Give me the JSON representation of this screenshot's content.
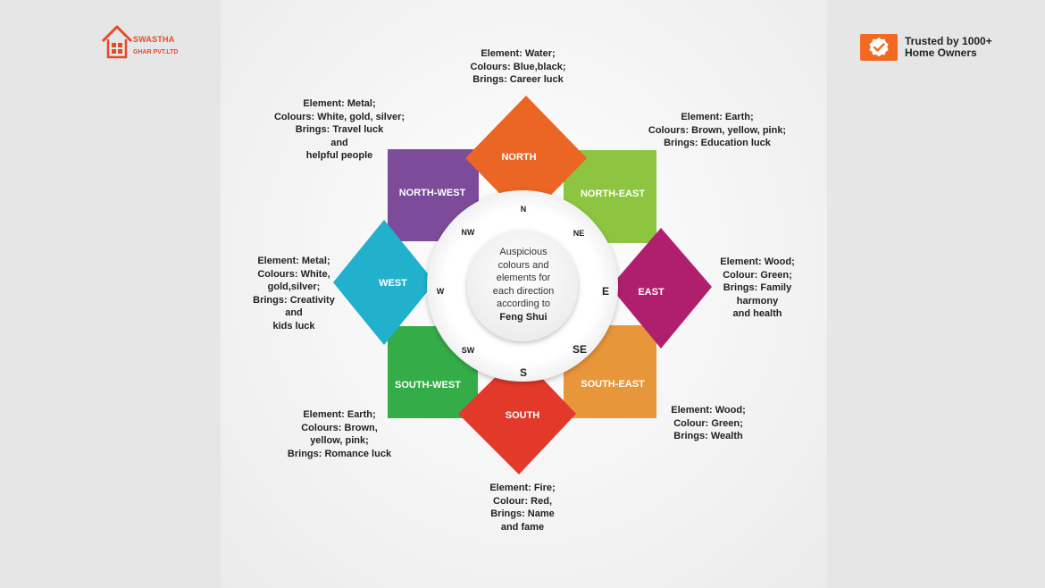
{
  "brand": {
    "logo_line1": "SWASTHA",
    "logo_line2": "GHAR PVT.LTD",
    "trust_line1": "Trusted by 1000+",
    "trust_line2": "Home Owners",
    "accent_color": "#e94a25",
    "badge_color": "#f26a21"
  },
  "center": {
    "lines": [
      "Auspicious",
      "colours and",
      "elements for",
      "each direction",
      "according to"
    ],
    "emphasis": "Feng Shui"
  },
  "compass": {
    "n": "N",
    "ne": "NE",
    "e": "E",
    "se": "SE",
    "s": "S",
    "sw": "SW",
    "w": "W",
    "nw": "NW"
  },
  "directions": {
    "north": {
      "label": "NORTH",
      "color": "#eb6524",
      "lines": [
        "Element: Water;",
        "Colours: Blue,black;",
        "Brings: Career luck"
      ]
    },
    "northeast": {
      "label": "NORTH-EAST",
      "color": "#8dc540",
      "lines": [
        "Element: Earth;",
        "Colours: Brown, yellow, pink;",
        "Brings: Education luck"
      ]
    },
    "east": {
      "label": "EAST",
      "color": "#b01f6e",
      "lines": [
        "Element: Wood;",
        "Colour: Green;",
        "Brings: Family",
        "harmony",
        "and health"
      ]
    },
    "southeast": {
      "label": "SOUTH-EAST",
      "color": "#e8963a",
      "lines": [
        "Element: Wood;",
        "Colour: Green;",
        "Brings: Wealth"
      ]
    },
    "south": {
      "label": "SOUTH",
      "color": "#e3392b",
      "lines": [
        "Element: Fire;",
        "Colour: Red,",
        "Brings: Name",
        "and fame"
      ]
    },
    "southwest": {
      "label": "SOUTH-WEST",
      "color": "#34ad48",
      "lines": [
        "Element: Earth;",
        "Colours: Brown,",
        "yellow, pink;",
        "Brings: Romance luck"
      ]
    },
    "west": {
      "label": "WEST",
      "color": "#21b1cc",
      "lines": [
        "Element: Metal;",
        "Colours: White,",
        "gold,silver;",
        "Brings: Creativity",
        "and",
        "kids luck"
      ]
    },
    "northwest": {
      "label": "NORTH-WEST",
      "color": "#7c4c9b",
      "lines": [
        "Element: Metal;",
        "Colours: White, gold, silver;",
        "Brings: Travel luck",
        "and",
        "helpful people"
      ]
    }
  }
}
